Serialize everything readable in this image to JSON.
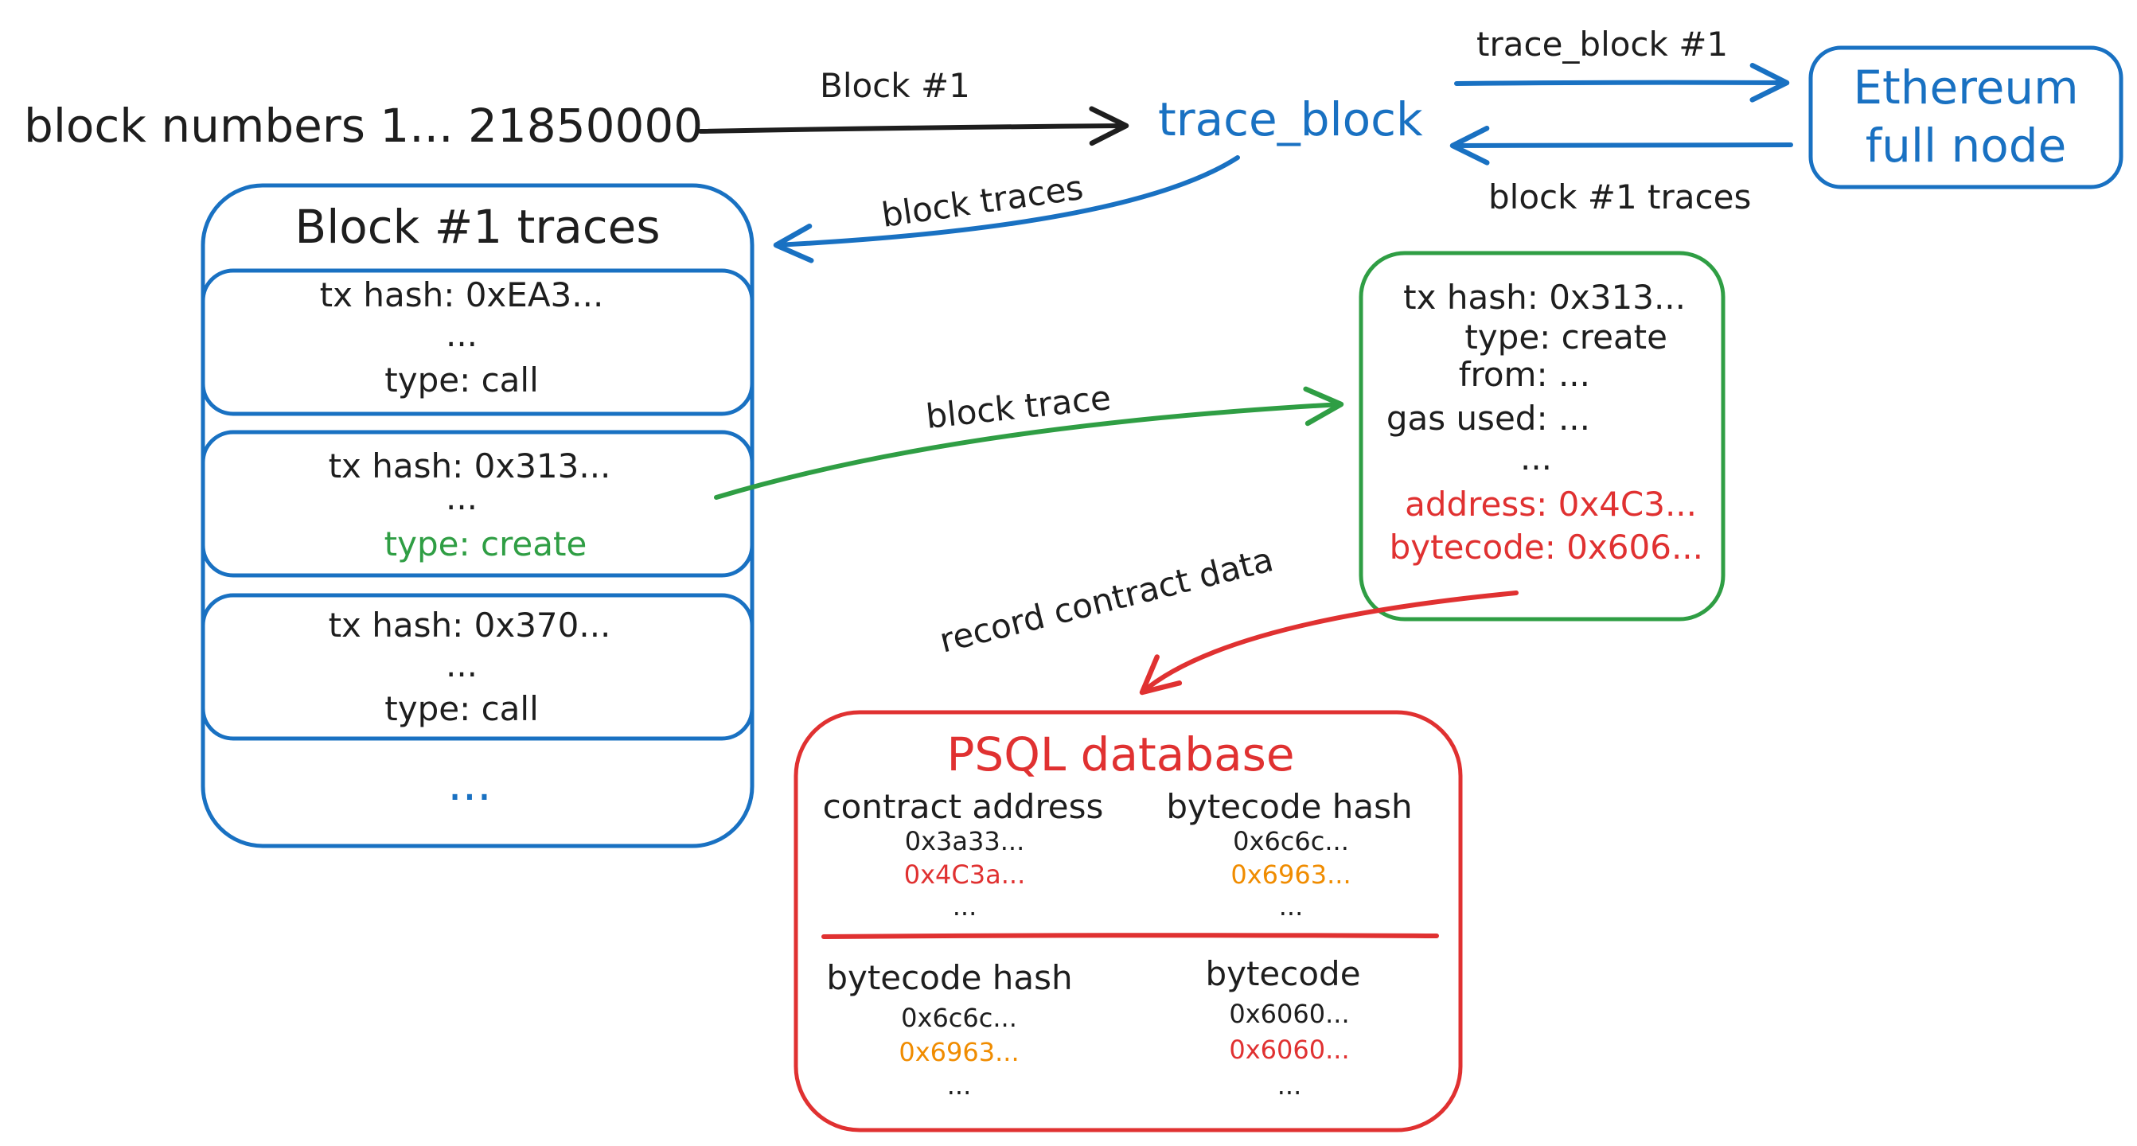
{
  "input": {
    "label": "block numbers 1... 21850000"
  },
  "flow": {
    "block_label": "Block #1",
    "trace_block": "trace_block",
    "trace_block_call": "trace_block #1",
    "block_traces_return": "block #1 traces",
    "block_traces": "block traces",
    "block_trace": "block trace",
    "record_contract_data": "record contract data"
  },
  "node": {
    "line1": "Ethereum",
    "line2": "full node"
  },
  "block_traces": {
    "title": "Block #1 traces",
    "items": [
      {
        "hash": "tx hash: 0xEA3...",
        "ellipsis": "...",
        "type": "type: call"
      },
      {
        "hash": "tx hash: 0x313...",
        "ellipsis": "...",
        "type": "type: create"
      },
      {
        "hash": "tx hash: 0x370...",
        "ellipsis": "...",
        "type": "type: call"
      }
    ],
    "more": "..."
  },
  "trace_detail": {
    "hash": "tx hash: 0x313...",
    "type": "type: create",
    "from": "from: ...",
    "gas": "gas used: ...",
    "ellipsis": "...",
    "address": "address: 0x4C3...",
    "bytecode": "bytecode: 0x606..."
  },
  "database": {
    "title": "PSQL database",
    "table1": {
      "col1": {
        "header": "contract address",
        "rows": [
          "0x3a33...",
          "0x4C3a...",
          "..."
        ]
      },
      "col2": {
        "header": "bytecode hash",
        "rows": [
          "0x6c6c...",
          "0x6963...",
          "..."
        ]
      }
    },
    "table2": {
      "col1": {
        "header": "bytecode hash",
        "rows": [
          "0x6c6c...",
          "0x6963...",
          "..."
        ]
      },
      "col2": {
        "header": "bytecode",
        "rows": [
          "0x6060...",
          "0x6060...",
          "..."
        ]
      }
    }
  },
  "colors": {
    "ink": "#1e1e1e",
    "blue": "#1971c2",
    "green": "#2f9e44",
    "red": "#e03131",
    "orange": "#f08c00"
  }
}
